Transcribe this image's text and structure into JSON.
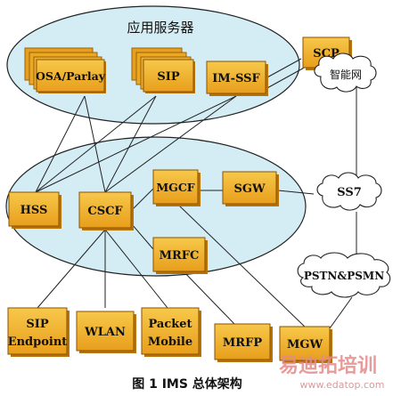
{
  "diagram": {
    "app_server_label": "应用服务器",
    "nodes": {
      "osa": "OSA/Parlay",
      "sip_as": "SIP",
      "im_ssf": "IM-SSF",
      "scp": "SCP",
      "hss": "HSS",
      "cscf": "CSCF",
      "mgcf": "MGCF",
      "sgw": "SGW",
      "mrfc": "MRFC",
      "sip_ep_line1": "SIP",
      "sip_ep_line2": "Endpoint",
      "wlan": "WLAN",
      "pm_line1": "Packet",
      "pm_line2": "Mobile",
      "mrfp": "MRFP",
      "mgw": "MGW"
    },
    "clouds": {
      "in": "智能网",
      "ss7": "SS7",
      "pstn": "PSTN&PSMN"
    },
    "caption": "图 1   IMS 总体架构",
    "watermark": {
      "brand": "易迪拓培训",
      "url": "www.edatop.com"
    }
  },
  "colors": {
    "ellipse_fill": "#d4edf4",
    "box_fill": "#f0b028",
    "box_shade": "#b87208",
    "line": "#222222",
    "cloud_fill": "#ffffff"
  }
}
